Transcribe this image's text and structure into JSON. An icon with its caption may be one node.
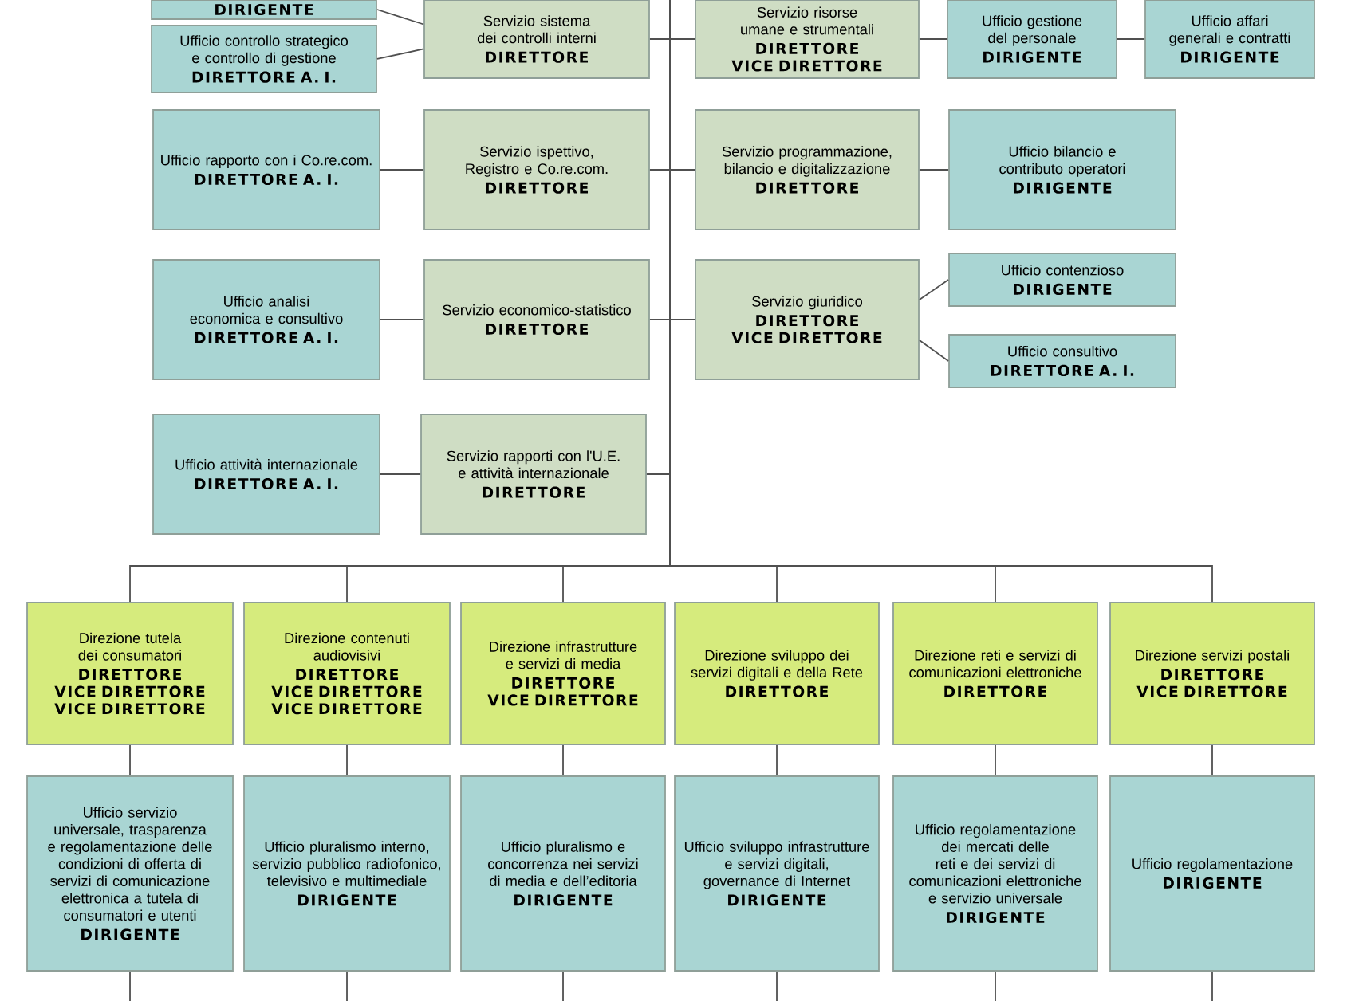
{
  "diagram": {
    "nodes": [
      {
        "text": [
          "DIRIGENTE"
        ]
      },
      {
        "text": [
          "Servizio sistema dei controlli interni",
          "DIRETTORE"
        ]
      },
      {
        "text": [
          "Servizio risorse umane e strumentali",
          "DIRETTORE",
          "VICE DIRETTORE"
        ]
      },
      {
        "text": [
          "Ufficio gestione del personale",
          "DIRIGENTE"
        ]
      },
      {
        "text": [
          "Ufficio affari generali e contratti",
          "DIRIGENTE"
        ]
      },
      {
        "text": [
          "Ufficio controllo strategico e controllo di gestione",
          "DIRETTORE A. I."
        ]
      },
      {
        "text": [
          "Ufficio rapporto con i Co.re.com.",
          "DIRETTORE A. I."
        ]
      },
      {
        "text": [
          "Servizio ispettivo, Registro e Co.re.com.",
          "DIRETTORE"
        ]
      },
      {
        "text": [
          "Servizio programmazione, bilancio e digitalizzazione",
          "DIRETTORE"
        ]
      },
      {
        "text": [
          "Ufficio bilancio e contributo operatori",
          "DIRIGENTE"
        ]
      },
      {
        "text": [
          "Ufficio analisi economica e consultivo",
          "DIRETTORE A. I."
        ]
      },
      {
        "text": [
          "Servizio economico-statistico",
          "DIRETTORE"
        ]
      },
      {
        "text": [
          "Servizio giuridico",
          "DIRETTORE",
          "VICE DIRETTORE"
        ]
      },
      {
        "text": [
          "Ufficio contenzioso",
          "DIRIGENTE"
        ]
      },
      {
        "text": [
          "Ufficio consultivo",
          "DIRETTORE A. I."
        ]
      },
      {
        "text": [
          "Ufficio attività internazionale",
          "DIRETTORE A. I."
        ]
      },
      {
        "text": [
          "Servizio rapporti con l'U.E. e attività internazionale",
          "DIRETTORE"
        ]
      },
      {
        "text": [
          "Direzione tutela dei consumatori",
          "DIRETTORE",
          "VICE DIRETTORE",
          "VICE DIRETTORE"
        ]
      },
      {
        "text": [
          "Direzione contenuti audiovisivi",
          "DIRETTORE",
          "VICE DIRETTORE",
          "VICE DIRETTORE"
        ]
      },
      {
        "text": [
          "Direzione infrastrutture e servizi di media",
          "DIRETTORE",
          "VICE DIRETTORE"
        ]
      },
      {
        "text": [
          "Direzione sviluppo dei servizi digitali e della Rete",
          "DIRETTORE"
        ]
      },
      {
        "text": [
          "Direzione reti e servizi di comunicazioni elettroniche",
          "DIRETTORE"
        ]
      },
      {
        "text": [
          "Direzione servizi postali",
          "DIRETTORE",
          "VICE DIRETTORE"
        ]
      },
      {
        "text": [
          "Ufficio servizio universale, trasparenza e regolamentazione delle condizioni di offerta di servizi di comunicazione elettronica a tutela di consumatori e utenti",
          "DIRIGENTE"
        ]
      },
      {
        "text": [
          "Ufficio pluralismo interno, servizio pubblico radiofonico, televisivo e multimediale",
          "DIRIGENTE"
        ]
      },
      {
        "text": [
          "Ufficio pluralismo e concorrenza nei servizi di media e dell’editoria",
          "DIRIGENTE"
        ]
      },
      {
        "text": [
          "Ufficio sviluppo infrastrutture e servizi digitali, governance di Internet",
          "DIRIGENTE"
        ]
      },
      {
        "text": [
          "Ufficio regolamentazione dei mercati delle reti e dei servizi di comunicazioni elettroniche e servizio universale",
          "DIRIGENTE"
        ]
      },
      {
        "text": [
          "Ufficio regolamentazione",
          "DIRIGENTE"
        ]
      }
    ],
    "edges": [
      {
        "from": null,
        "to": 1,
        "arrow": "none"
      },
      {
        "from": null,
        "to": 2,
        "arrow": "none"
      },
      {
        "from": null,
        "to": 7,
        "arrow": "none"
      },
      {
        "from": null,
        "to": 8,
        "arrow": "none"
      },
      {
        "from": null,
        "to": 11,
        "arrow": "none"
      },
      {
        "from": null,
        "to": 12,
        "arrow": "none"
      },
      {
        "from": null,
        "to": 16,
        "arrow": "none"
      },
      {
        "from": null,
        "to": 17,
        "arrow": "none"
      },
      {
        "from": null,
        "to": 18,
        "arrow": "none"
      },
      {
        "from": null,
        "to": 19,
        "arrow": "none"
      },
      {
        "from": null,
        "to": 20,
        "arrow": "none"
      },
      {
        "from": null,
        "to": 21,
        "arrow": "none"
      },
      {
        "from": null,
        "to": 22,
        "arrow": "none"
      },
      {
        "from": 1,
        "to": 0,
        "arrow": "none"
      },
      {
        "from": 1,
        "to": 5,
        "arrow": "none"
      },
      {
        "from": 2,
        "to": 3,
        "arrow": "none"
      },
      {
        "from": 3,
        "to": 4,
        "arrow": "none"
      },
      {
        "from": 7,
        "to": 6,
        "arrow": "none"
      },
      {
        "from": 8,
        "to": 9,
        "arrow": "none"
      },
      {
        "from": 11,
        "to": 10,
        "arrow": "none"
      },
      {
        "from": 12,
        "to": 13,
        "arrow": "none"
      },
      {
        "from": 12,
        "to": 14,
        "arrow": "none"
      },
      {
        "from": 16,
        "to": 15,
        "arrow": "none"
      },
      {
        "from": 17,
        "to": 23,
        "arrow": "none"
      },
      {
        "from": 18,
        "to": 24,
        "arrow": "none"
      },
      {
        "from": 19,
        "to": 25,
        "arrow": "none"
      },
      {
        "from": 20,
        "to": 26,
        "arrow": "none"
      },
      {
        "from": 21,
        "to": 27,
        "arrow": "none"
      },
      {
        "from": 22,
        "to": 28,
        "arrow": "none"
      },
      {
        "from": 23,
        "to": null,
        "arrow": "none"
      },
      {
        "from": 24,
        "to": null,
        "arrow": "none"
      },
      {
        "from": 25,
        "to": null,
        "arrow": "none"
      },
      {
        "from": 26,
        "to": null,
        "arrow": "none"
      },
      {
        "from": 27,
        "to": null,
        "arrow": "none"
      },
      {
        "from": 28,
        "to": null,
        "arrow": "none"
      }
    ]
  }
}
